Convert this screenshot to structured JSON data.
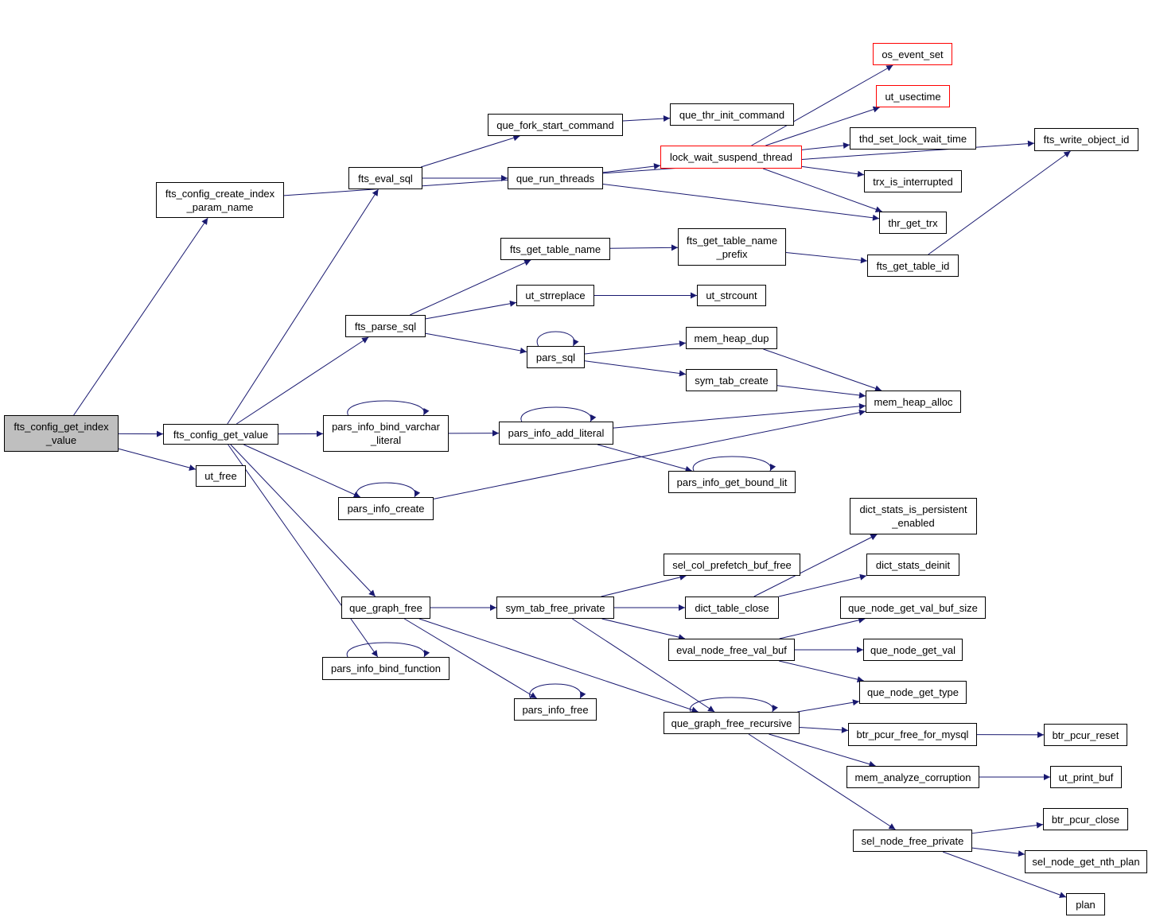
{
  "colors": {
    "edge": "#191970",
    "root_fill": "#bfbfbf",
    "highlight_border": "#ff0000"
  },
  "nodes": {
    "n_root": "fts_config_get_index\n_value",
    "n_create_param": "fts_config_create_index\n_param_name",
    "n_get_value": "fts_config_get_value",
    "n_ut_free": "ut_free",
    "n_eval_sql": "fts_eval_sql",
    "n_parse_sql": "fts_parse_sql",
    "n_bind_varchar": "pars_info_bind_varchar\n_literal",
    "n_info_create": "pars_info_create",
    "n_graph_free": "que_graph_free",
    "n_bind_function": "pars_info_bind_function",
    "n_fork_start": "que_fork_start_command",
    "n_run_threads": "que_run_threads",
    "n_get_table_name": "fts_get_table_name",
    "n_strreplace": "ut_strreplace",
    "n_pars_sql": "pars_sql",
    "n_add_literal": "pars_info_add_literal",
    "n_bound_lit": "pars_info_get_bound_lit",
    "n_tab_free_private": "sym_tab_free_private",
    "n_info_free": "pars_info_free",
    "n_thr_init": "que_thr_init_command",
    "n_lock_wait": "lock_wait_suspend_thread",
    "n_table_name_prefix": "fts_get_table_name\n_prefix",
    "n_strcount": "ut_strcount",
    "n_heap_dup": "mem_heap_dup",
    "n_tab_create": "sym_tab_create",
    "n_col_prefetch": "sel_col_prefetch_buf_free",
    "n_table_close": "dict_table_close",
    "n_eval_free_val": "eval_node_free_val_buf",
    "n_free_recursive": "que_graph_free_recursive",
    "n_os_event_set": "os_event_set",
    "n_usectime": "ut_usectime",
    "n_thd_lock_wait": "thd_set_lock_wait_time",
    "n_trx_interrupted": "trx_is_interrupted",
    "n_thr_get_trx": "thr_get_trx",
    "n_get_table_id": "fts_get_table_id",
    "n_write_object_id": "fts_write_object_id",
    "n_heap_alloc": "mem_heap_alloc",
    "n_stats_persistent": "dict_stats_is_persistent\n_enabled",
    "n_stats_deinit": "dict_stats_deinit",
    "n_val_buf_size": "que_node_get_val_buf_size",
    "n_get_val": "que_node_get_val",
    "n_get_type": "que_node_get_type",
    "n_pcur_free_mysql": "btr_pcur_free_for_mysql",
    "n_analyze_corruption": "mem_analyze_corruption",
    "n_sel_free_private": "sel_node_free_private",
    "n_pcur_reset": "btr_pcur_reset",
    "n_print_buf": "ut_print_buf",
    "n_pcur_close": "btr_pcur_close",
    "n_nth_plan": "sel_node_get_nth_plan",
    "n_plan": "plan"
  },
  "edges": [
    [
      "n_root",
      "n_create_param"
    ],
    [
      "n_root",
      "n_get_value"
    ],
    [
      "n_root",
      "n_ut_free"
    ],
    [
      "n_create_param",
      "n_write_object_id"
    ],
    [
      "n_get_value",
      "n_eval_sql"
    ],
    [
      "n_get_value",
      "n_parse_sql"
    ],
    [
      "n_get_value",
      "n_bind_varchar"
    ],
    [
      "n_get_value",
      "n_info_create"
    ],
    [
      "n_get_value",
      "n_graph_free"
    ],
    [
      "n_get_value",
      "n_bind_function"
    ],
    [
      "n_eval_sql",
      "n_fork_start"
    ],
    [
      "n_eval_sql",
      "n_run_threads"
    ],
    [
      "n_fork_start",
      "n_thr_init"
    ],
    [
      "n_run_threads",
      "n_lock_wait"
    ],
    [
      "n_run_threads",
      "n_thr_get_trx"
    ],
    [
      "n_lock_wait",
      "n_os_event_set"
    ],
    [
      "n_lock_wait",
      "n_usectime"
    ],
    [
      "n_lock_wait",
      "n_thd_lock_wait"
    ],
    [
      "n_lock_wait",
      "n_trx_interrupted"
    ],
    [
      "n_lock_wait",
      "n_thr_get_trx"
    ],
    [
      "n_parse_sql",
      "n_get_table_name"
    ],
    [
      "n_parse_sql",
      "n_strreplace"
    ],
    [
      "n_parse_sql",
      "n_pars_sql"
    ],
    [
      "n_get_table_name",
      "n_table_name_prefix"
    ],
    [
      "n_table_name_prefix",
      "n_get_table_id"
    ],
    [
      "n_get_table_id",
      "n_write_object_id"
    ],
    [
      "n_strreplace",
      "n_strcount"
    ],
    [
      "n_pars_sql",
      "n_pars_sql"
    ],
    [
      "n_pars_sql",
      "n_heap_dup"
    ],
    [
      "n_pars_sql",
      "n_tab_create"
    ],
    [
      "n_heap_dup",
      "n_heap_alloc"
    ],
    [
      "n_tab_create",
      "n_heap_alloc"
    ],
    [
      "n_bind_varchar",
      "n_bind_varchar"
    ],
    [
      "n_bind_varchar",
      "n_add_literal"
    ],
    [
      "n_add_literal",
      "n_add_literal"
    ],
    [
      "n_add_literal",
      "n_heap_alloc"
    ],
    [
      "n_add_literal",
      "n_bound_lit"
    ],
    [
      "n_bound_lit",
      "n_bound_lit"
    ],
    [
      "n_info_create",
      "n_info_create"
    ],
    [
      "n_info_create",
      "n_heap_alloc"
    ],
    [
      "n_bind_function",
      "n_bind_function"
    ],
    [
      "n_graph_free",
      "n_tab_free_private"
    ],
    [
      "n_graph_free",
      "n_info_free"
    ],
    [
      "n_graph_free",
      "n_free_recursive"
    ],
    [
      "n_info_free",
      "n_info_free"
    ],
    [
      "n_tab_free_private",
      "n_col_prefetch"
    ],
    [
      "n_tab_free_private",
      "n_table_close"
    ],
    [
      "n_tab_free_private",
      "n_eval_free_val"
    ],
    [
      "n_tab_free_private",
      "n_free_recursive"
    ],
    [
      "n_table_close",
      "n_stats_persistent"
    ],
    [
      "n_table_close",
      "n_stats_deinit"
    ],
    [
      "n_eval_free_val",
      "n_val_buf_size"
    ],
    [
      "n_eval_free_val",
      "n_get_val"
    ],
    [
      "n_eval_free_val",
      "n_get_type"
    ],
    [
      "n_free_recursive",
      "n_free_recursive"
    ],
    [
      "n_free_recursive",
      "n_get_type"
    ],
    [
      "n_free_recursive",
      "n_pcur_free_mysql"
    ],
    [
      "n_free_recursive",
      "n_analyze_corruption"
    ],
    [
      "n_free_recursive",
      "n_sel_free_private"
    ],
    [
      "n_pcur_free_mysql",
      "n_pcur_reset"
    ],
    [
      "n_analyze_corruption",
      "n_print_buf"
    ],
    [
      "n_sel_free_private",
      "n_pcur_close"
    ],
    [
      "n_sel_free_private",
      "n_nth_plan"
    ],
    [
      "n_sel_free_private",
      "n_plan"
    ]
  ]
}
